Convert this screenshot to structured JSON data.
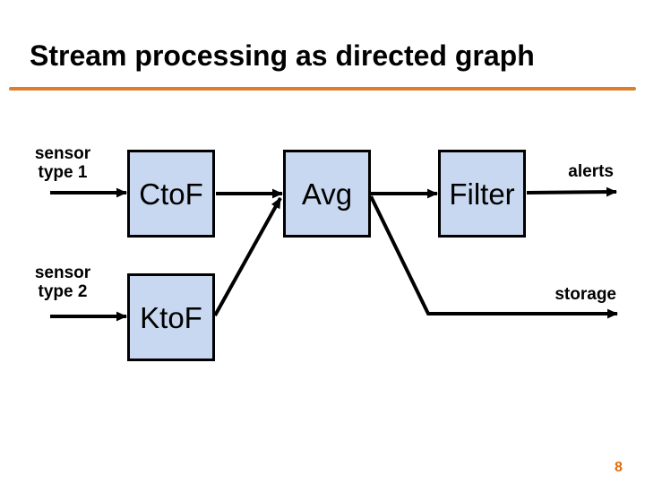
{
  "slide": {
    "title": "Stream processing as directed graph",
    "page_number": "8",
    "accent_rule_color": "#DD7E2B",
    "page_number_color": "#E36C09",
    "background_color": "#FFFFFF"
  },
  "diagram": {
    "node_fill_color": "#C8D8F0",
    "node_border_color": "#000000",
    "arrow_color": "#000000",
    "nodes": [
      {
        "id": "ctof",
        "label": "CtoF"
      },
      {
        "id": "avg",
        "label": "Avg"
      },
      {
        "id": "filter",
        "label": "Filter"
      },
      {
        "id": "ktof",
        "label": "KtoF"
      }
    ],
    "input_labels": [
      {
        "line1": "sensor",
        "line2": "type 1"
      },
      {
        "line1": "sensor",
        "line2": "type 2"
      }
    ],
    "output_labels": [
      {
        "label": "alerts"
      },
      {
        "label": "storage"
      }
    ],
    "edges": [
      {
        "from": "sensor type 1",
        "to": "CtoF"
      },
      {
        "from": "sensor type 2",
        "to": "KtoF"
      },
      {
        "from": "CtoF",
        "to": "Avg"
      },
      {
        "from": "KtoF",
        "to": "Avg"
      },
      {
        "from": "Avg",
        "to": "Filter"
      },
      {
        "from": "Filter",
        "to": "alerts"
      },
      {
        "from": "Avg",
        "to": "storage"
      }
    ]
  }
}
